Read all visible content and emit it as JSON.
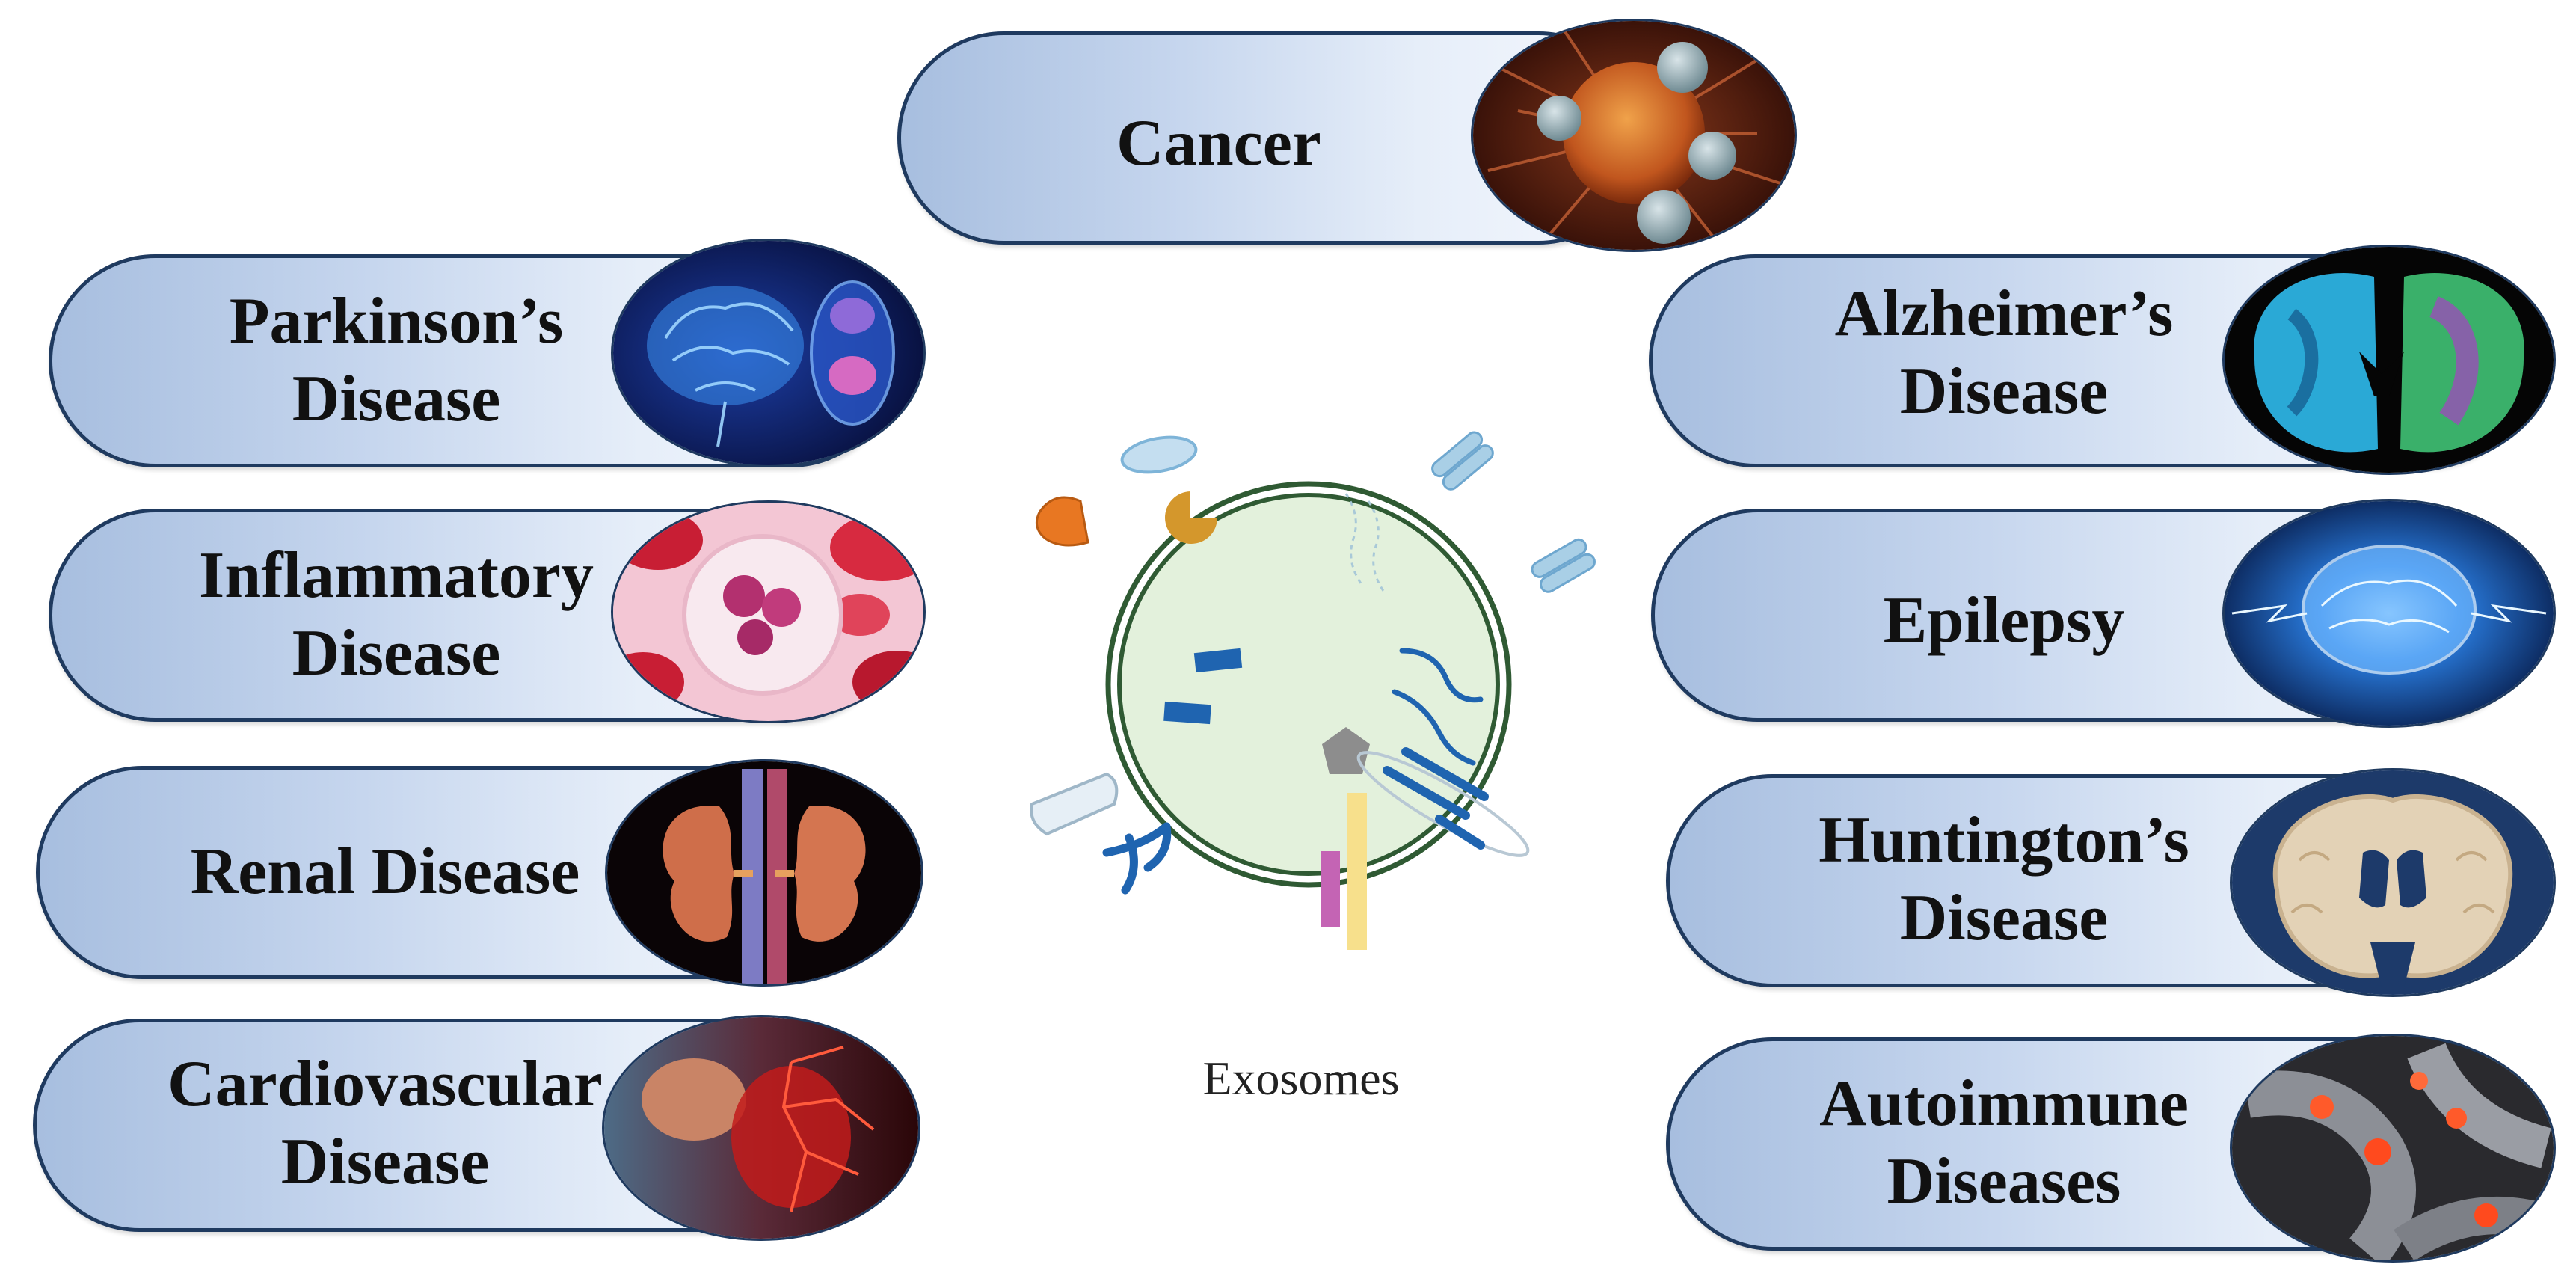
{
  "center_label": "Exosomes",
  "diseases": {
    "cancer": {
      "label": "Cancer",
      "image_icon": "cancer-cell-icon"
    },
    "parkinsons": {
      "label": "Parkinson’s\nDisease",
      "image_icon": "brain-neuron-icon"
    },
    "inflammatory": {
      "label": "Inflammatory\nDisease",
      "image_icon": "white-blood-cell-icon"
    },
    "renal": {
      "label": "Renal Disease",
      "image_icon": "kidney-icon"
    },
    "cardiovascular": {
      "label": "Cardiovascular\nDisease",
      "image_icon": "heart-vessels-icon"
    },
    "alzheimers": {
      "label": "Alzheimer’s\nDisease",
      "image_icon": "brain-scan-icon"
    },
    "epilepsy": {
      "label": "Epilepsy",
      "image_icon": "electric-brain-icon"
    },
    "huntingtons": {
      "label": "Huntington’s\nDisease",
      "image_icon": "brain-section-icon"
    },
    "autoimmune": {
      "label": "Autoimmune\nDiseases",
      "image_icon": "inflamed-joints-icon"
    }
  },
  "colors": {
    "pill_border": "#1f3a5f",
    "pill_fill_start": "#a7bedf",
    "pill_fill_end": "#f5f8fd",
    "exosome_fill": "#e3f1dc",
    "exosome_membrane": "#2f5a33",
    "protein_blue": "#1f64b0",
    "light_blue": "#a9cfe6",
    "orange": "#e87722",
    "ochre": "#d4972c",
    "grey": "#8d8d8d",
    "magenta": "#c464b4",
    "pale_yellow": "#f7e08c"
  }
}
